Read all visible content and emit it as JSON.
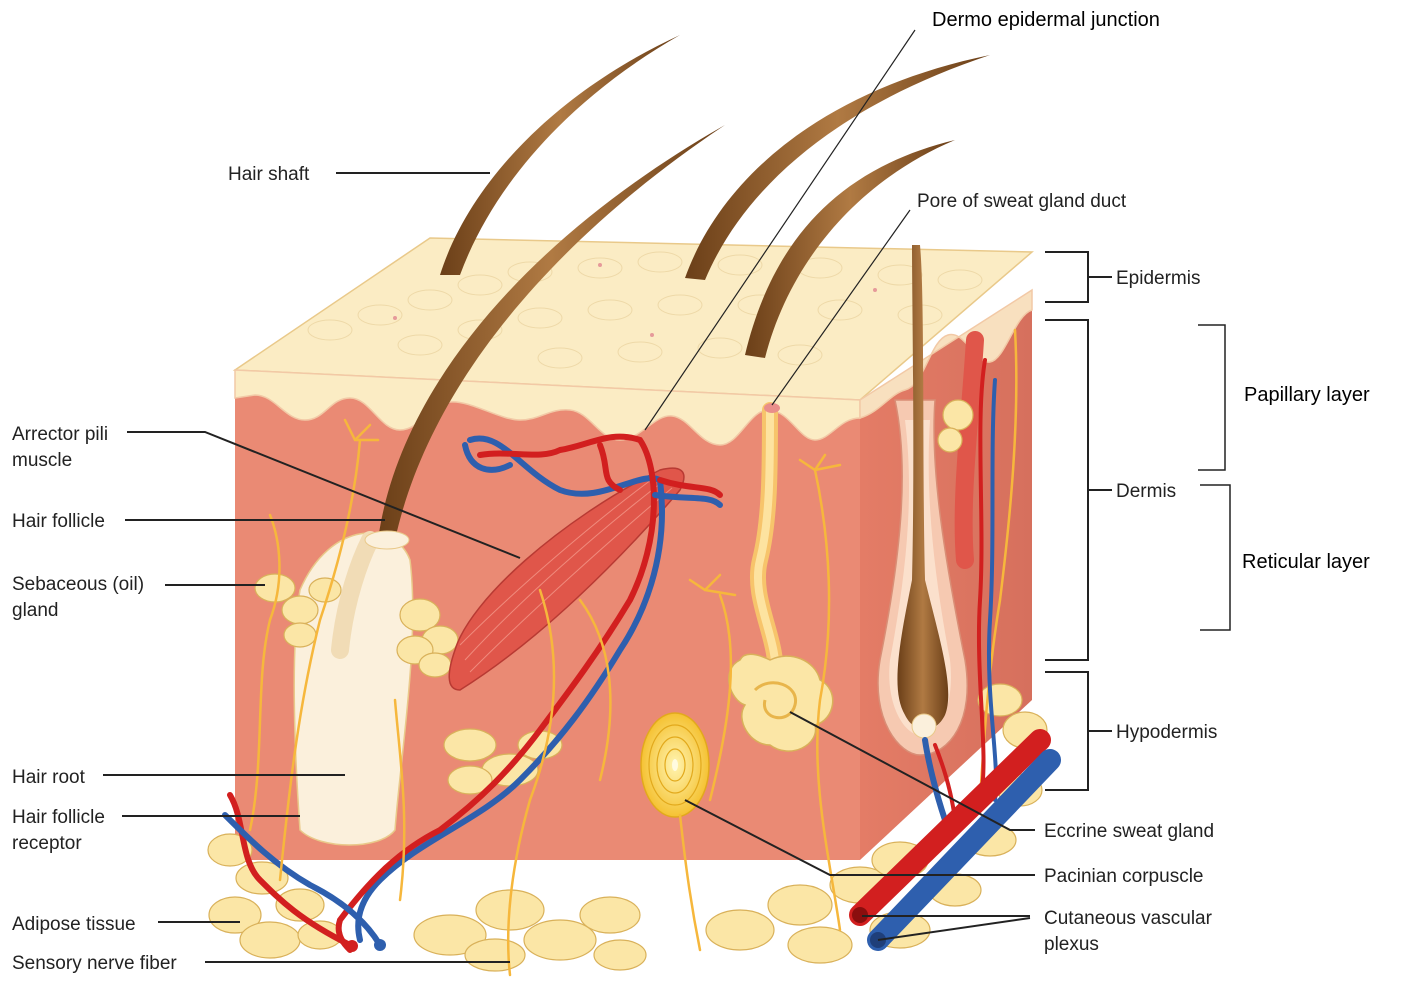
{
  "labels": {
    "hair_shaft": "Hair shaft",
    "dermo_epidermal_junction": "Dermo epidermal junction",
    "pore_of_sweat_gland_duct": "Pore of sweat gland duct",
    "epidermis": "Epidermis",
    "papillary_layer": "Papillary layer",
    "dermis": "Dermis",
    "reticular_layer": "Reticular layer",
    "hypodermis": "Hypodermis",
    "arrector_pili_1": "Arrector pili",
    "arrector_pili_2": "muscle",
    "hair_follicle": "Hair follicle",
    "sebaceous_1": "Sebaceous (oil)",
    "sebaceous_2": "gland",
    "hair_root": "Hair root",
    "hair_follicle_receptor_1": "Hair follicle",
    "hair_follicle_receptor_2": "receptor",
    "adipose_tissue": "Adipose tissue",
    "sensory_nerve_fiber": "Sensory nerve fiber",
    "eccrine_sweat_gland": "Eccrine sweat gland",
    "pacinian_corpuscle": "Pacinian corpuscle",
    "cutaneous_vascular_1": "Cutaneous vascular",
    "cutaneous_vascular_2": "plexus"
  },
  "colors": {
    "epidermis": "#fbecc4",
    "dermis": "#ea8a74",
    "dermis_dark": "#dc7360",
    "adipose": "#fbe6a6",
    "hair": "#8b5a2b",
    "artery": "#d21f1f",
    "vein": "#2e5fae",
    "nerve": "#f6b73c"
  }
}
